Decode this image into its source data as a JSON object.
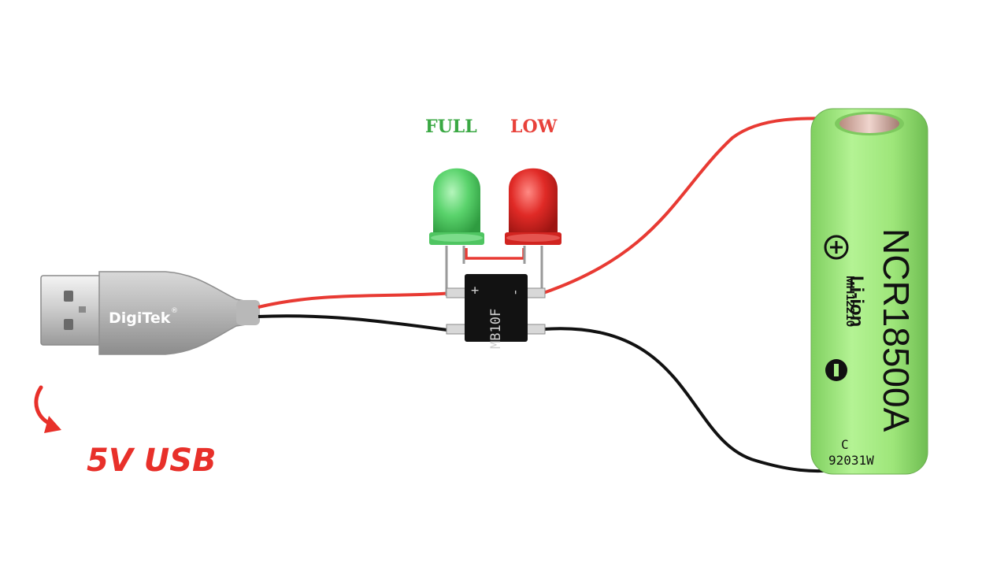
{
  "labels": {
    "full": "FULL",
    "low": "LOW",
    "usb": "5V USB"
  },
  "usb_cable": {
    "brand": "DigiTek",
    "trademark": "®"
  },
  "bridge_rectifier": {
    "model": "MB10F",
    "plus": "+",
    "minus": "-"
  },
  "battery": {
    "model": "NCR18500A",
    "chemistry": "Li-ion",
    "sub_code": "MH12210",
    "plus_symbol": "+",
    "minus_symbol": "-",
    "letter": "C",
    "code": "92031W"
  },
  "colors": {
    "full_label": "#3aa843",
    "low_label": "#e8413a",
    "usb_label": "#e8302a",
    "red_wire": "#e83a33",
    "black_wire": "#111111",
    "battery_body": "#a8ef86",
    "green_led": "#55d96a",
    "red_led": "#e02a26"
  }
}
